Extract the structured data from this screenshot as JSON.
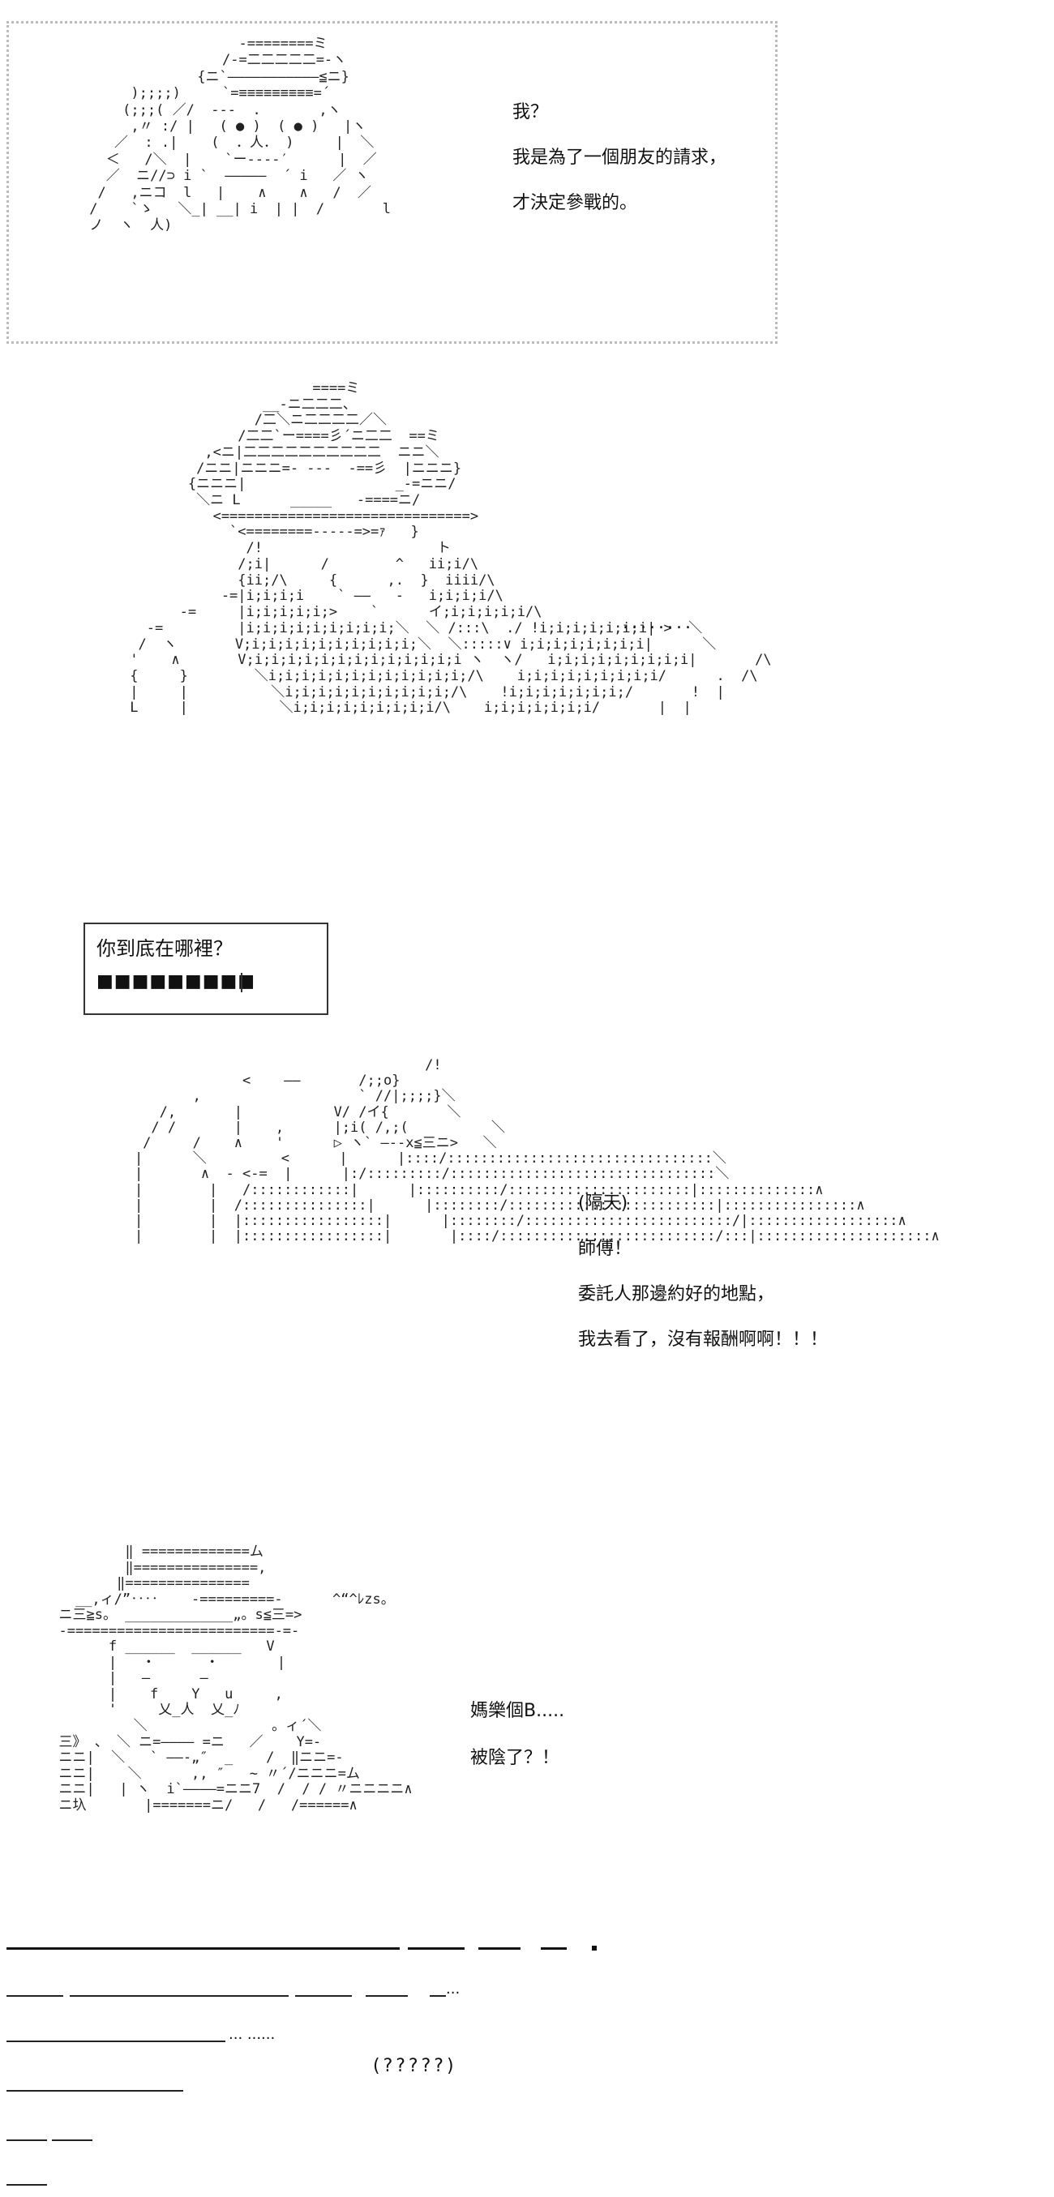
{
  "panel1": {
    "lines": [
      "我？",
      "我是為了一個朋友的請求，",
      "才決定參戰的。"
    ]
  },
  "panel2": {
    "ellipsis": "........"
  },
  "dialog": {
    "question": "你到底在哪裡？",
    "progress_blocks": "■■■■■■■■■"
  },
  "panel3": {
    "lines": [
      "(隔天)",
      "師傅！",
      "委託人那邊約好的地點，",
      "我去看了，沒有報酬啊啊！！！"
    ]
  },
  "panel4": {
    "lines": [
      "媽樂個B.....",
      "被陰了？！"
    ]
  },
  "footer": {
    "trail_1": "...",
    "trail_2": "... ......",
    "question_marks": "(?????)"
  }
}
